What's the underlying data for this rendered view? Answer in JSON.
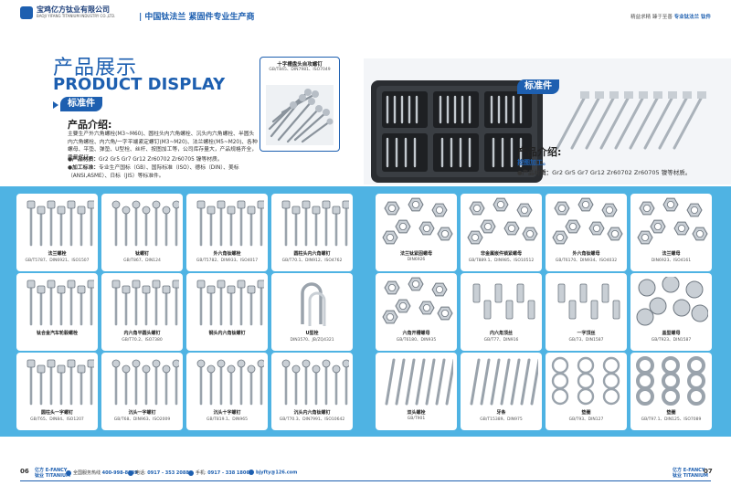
{
  "header": {
    "company_cn": "宝鸡亿方钛业有限公司",
    "company_en": "BAOJI YIFANG TITANIUM INDUSTRY CO.,LTD.",
    "slogan": "| 中国钛法兰 紧固件专业生产商",
    "right_prefix": "精益求精 臻于至善",
    "right_highlight": "专业钛法兰 钛件"
  },
  "title": {
    "cn": "产品展示",
    "en": "PRODUCT DISPLAY",
    "badge_left": "标准件",
    "badge_right": "标准件"
  },
  "callout": {
    "title": "十字槽盘头自攻螺钉",
    "standard": "GB/T845、DIN7981、ISO7049"
  },
  "intro_left": {
    "heading": "产品介绍:",
    "body": "主要生产外六角螺栓(M3~M60)、圆柱头内六角螺栓、沉头内六角螺栓、半圆头内六角螺栓、内六角/一字平端紧定螺钉(M3~M20)、法兰螺栓(M5~M20)、各种螺母、平垫、弹垫、U型栓、丝杆、按图加工等，公司库存量大，产品规格齐全，质量保证。",
    "material_label": "●产品材质：",
    "material_value": "Gr2 Gr5 Gr7 Gr12 Zr60702 Zr60705 镍等材质。",
    "std_label": "●加工标准：",
    "std_value": "专业生产国标（GB）、国际标准（ISO）、德标（DIN）、美标（ANSI,ASME）、日标（JIS）等标准件。"
  },
  "intro_right": {
    "heading": "产品介绍:",
    "line1": "按图加工。",
    "material_label": "●产品材质：",
    "material_value": "Gr2 Gr5 Gr7 Gr12 Zr60702 Zr60705 镍等材质。"
  },
  "products": [
    {
      "name": "法兰螺栓",
      "std": "GB/T5787、DIN6921、ISO1507",
      "icon": "flange-bolt"
    },
    {
      "name": "钛螺钉",
      "std": "GB/T867、DIN124",
      "icon": "rivet"
    },
    {
      "name": "外六角钛螺栓",
      "std": "GB/T5782、DIN933、ISO4017",
      "icon": "hex-bolt"
    },
    {
      "name": "圆柱头内六角螺钉",
      "std": "GB/T70.1、DIN912、ISO4762",
      "icon": "socket-cap"
    },
    {
      "name": "法兰钛紧固螺母",
      "std": "DIN6926",
      "icon": "flange-nut"
    },
    {
      "name": "非金属嵌件锁紧螺母",
      "std": "GB/T889.1、DIN985、ISO10512",
      "icon": "lock-nut"
    },
    {
      "name": "外六角钛螺母",
      "std": "GB/T6170、DIN934、ISO4032",
      "icon": "hex-nut"
    },
    {
      "name": "法兰螺母",
      "std": "DIN6923、ISO4161",
      "icon": "flange-nut-2"
    },
    {
      "name": "钛合金汽车轮毂螺栓",
      "std": "",
      "icon": "wheel-bolt"
    },
    {
      "name": "内六角平圆头螺钉",
      "std": "GB/T70.2、ISO7380",
      "icon": "button-head"
    },
    {
      "name": "钢头内六角钛螺钉",
      "std": "",
      "icon": "pan-socket"
    },
    {
      "name": "U型栓",
      "std": "DIN3570、JB/ZQ4321",
      "icon": "u-bolt"
    },
    {
      "name": "六角开槽螺母",
      "std": "GB/T6180、DIN935",
      "icon": "castle-nut"
    },
    {
      "name": "内六角顶丝",
      "std": "GB/T77、DIN916",
      "icon": "set-screw"
    },
    {
      "name": "一字顶丝",
      "std": "GB/73、DIN1587",
      "icon": "slot-set-screw"
    },
    {
      "name": "盖型螺母",
      "std": "GB/T923、DIN1587",
      "icon": "cap-nut"
    },
    {
      "name": "圆柱头一字螺钉",
      "std": "GB/T65、DIN84、ISO1207",
      "icon": "cheese-screw"
    },
    {
      "name": "沉头一字螺钉",
      "std": "GB/T68、DIN963、ISO2009",
      "icon": "csk-slot"
    },
    {
      "name": "沉头十字螺钉",
      "std": "GB/T819.1、DIN965",
      "icon": "csk-cross"
    },
    {
      "name": "沉头内六角钛螺钉",
      "std": "GB/T70.3、DIN7991、ISO10642",
      "icon": "csk-socket"
    },
    {
      "name": "双头螺栓",
      "std": "GB/T901",
      "icon": "stud"
    },
    {
      "name": "牙条",
      "std": "GB/T15389、DIN975",
      "icon": "thread-rod"
    },
    {
      "name": "垫圈",
      "std": "GB/T93、DIN127",
      "icon": "spring-washer"
    },
    {
      "name": "垫圈",
      "std": "GB/T97.1、DIN125、ISO7089",
      "icon": "flat-washer"
    }
  ],
  "footer": {
    "page_left": "06",
    "page_right": "07",
    "brand_left": "亿方 E-FANCY",
    "brand_left_2": "钛业 TITANIUM",
    "brand_right": "亿方 E-FANCY",
    "brand_right_2": "钛业 TITANIUM",
    "hotline_label": "全国服务热线",
    "hotline": "400-998-8089",
    "tel_label": "电话:",
    "tel": "0917 - 353 2088",
    "phone_label": "手机:",
    "phone": "0917 - 338 1806",
    "email": "bjyfty@126.com"
  },
  "colors": {
    "brand_blue": "#1d5fb0",
    "band": "#4fb3e3"
  }
}
